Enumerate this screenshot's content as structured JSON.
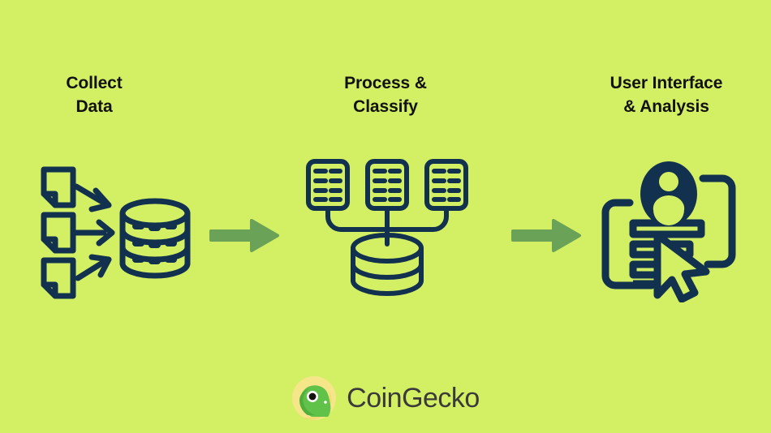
{
  "background_color": "#d3ef64",
  "icon_color": "#12314f",
  "arrow_color": "#6aa357",
  "title_color": "#111111",
  "steps": [
    {
      "id": "collect-data",
      "title": "Collect\nData",
      "icon_name": "documents-to-database-icon",
      "icon_description": "three documents with arrows pointing into a database cylinder",
      "documents_count": 3,
      "database_tiers": 3,
      "database_dashes_per_tier": 3
    },
    {
      "id": "process-classify",
      "title": "Process &\nClassify",
      "icon_name": "records-classify-icon",
      "icon_description": "three record cards connected by lines down to a database cylinder",
      "cards_count": 3,
      "card_rows": 4,
      "card_columns": 2,
      "database_tiers": 3
    },
    {
      "id": "user-interface-analysis",
      "title": "User Interface\n& Analysis",
      "icon_name": "user-interface-cursor-icon",
      "icon_description": "user avatar inside brackets with text lines and a mouse cursor",
      "text_lines": 4
    }
  ],
  "arrows": [
    {
      "id": "arrow-collect-to-process",
      "name": "right-arrow-icon",
      "color": "#6aa357"
    },
    {
      "id": "arrow-process-to-ui",
      "name": "right-arrow-icon",
      "color": "#6aa357"
    }
  ],
  "footer": {
    "logo_name": "coingecko-logo",
    "wordmark": "CoinGecko",
    "mark_description": "pale yellow circle badge with a green gecko head",
    "badge_color": "#f5e27a",
    "gecko_color": "#6fc64b",
    "wordmark_color": "#3a3a3a"
  }
}
